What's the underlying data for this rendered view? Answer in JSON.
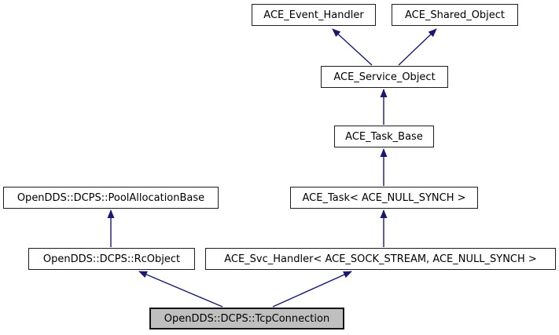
{
  "diagram": {
    "type": "class-inheritance-graph",
    "title": "Inheritance graph for OpenDDS::DCPS::TcpConnection",
    "arrow_color": "#191970",
    "node_fill": "#ffffff",
    "highlight_fill": "#bfbfbf",
    "nodes": [
      {
        "id": "ace-event-handler",
        "label": "ACE_Event_Handler",
        "highlighted": false
      },
      {
        "id": "ace-shared-object",
        "label": "ACE_Shared_Object",
        "highlighted": false
      },
      {
        "id": "ace-service-object",
        "label": "ACE_Service_Object",
        "highlighted": false
      },
      {
        "id": "ace-task-base",
        "label": "ACE_Task_Base",
        "highlighted": false
      },
      {
        "id": "ace-task-null-synch",
        "label": "ACE_Task< ACE_NULL_SYNCH >",
        "highlighted": false
      },
      {
        "id": "pool-allocation-base",
        "label": "OpenDDS::DCPS::PoolAllocationBase",
        "highlighted": false
      },
      {
        "id": "rc-object",
        "label": "OpenDDS::DCPS::RcObject",
        "highlighted": false
      },
      {
        "id": "ace-svc-handler",
        "label": "ACE_Svc_Handler< ACE_SOCK_STREAM, ACE_NULL_SYNCH >",
        "highlighted": false
      },
      {
        "id": "tcp-connection",
        "label": "OpenDDS::DCPS::TcpConnection",
        "highlighted": true
      }
    ],
    "edges": [
      {
        "from": "ace-service-object",
        "to": "ace-event-handler"
      },
      {
        "from": "ace-service-object",
        "to": "ace-shared-object"
      },
      {
        "from": "ace-task-base",
        "to": "ace-service-object"
      },
      {
        "from": "ace-task-null-synch",
        "to": "ace-task-base"
      },
      {
        "from": "ace-svc-handler",
        "to": "ace-task-null-synch"
      },
      {
        "from": "rc-object",
        "to": "pool-allocation-base"
      },
      {
        "from": "tcp-connection",
        "to": "rc-object"
      },
      {
        "from": "tcp-connection",
        "to": "ace-svc-handler"
      }
    ]
  }
}
